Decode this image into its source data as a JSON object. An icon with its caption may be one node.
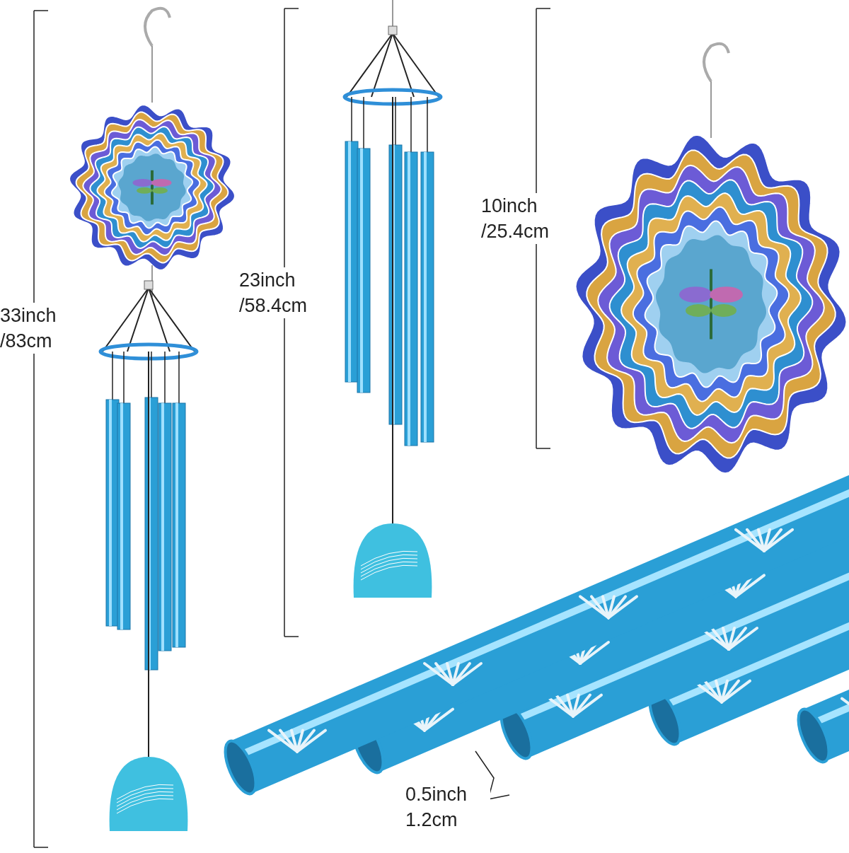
{
  "diagram": {
    "labels": [
      "33inch /83cm",
      "23inch /58.4cm",
      "10inch /25.4cm",
      "0.5inch 1.2cm"
    ]
  }
}
